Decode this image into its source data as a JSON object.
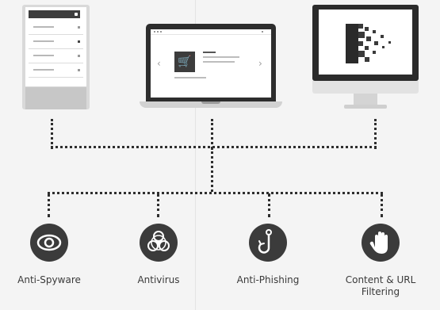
{
  "devices": [
    {
      "name": "phone"
    },
    {
      "name": "laptop"
    },
    {
      "name": "monitor"
    }
  ],
  "features": [
    {
      "label": "Anti-Spyware",
      "icon": "eye-icon"
    },
    {
      "label": "Antivirus",
      "icon": "biohazard-icon"
    },
    {
      "label": "Anti-Phishing",
      "icon": "hook-icon"
    },
    {
      "label": "Content & URL\nFiltering",
      "icon": "hand-icon"
    }
  ],
  "colors": {
    "icon_bg": "#3b3b3b",
    "connector": "#2e2e2e",
    "background": "#f4f4f4"
  }
}
